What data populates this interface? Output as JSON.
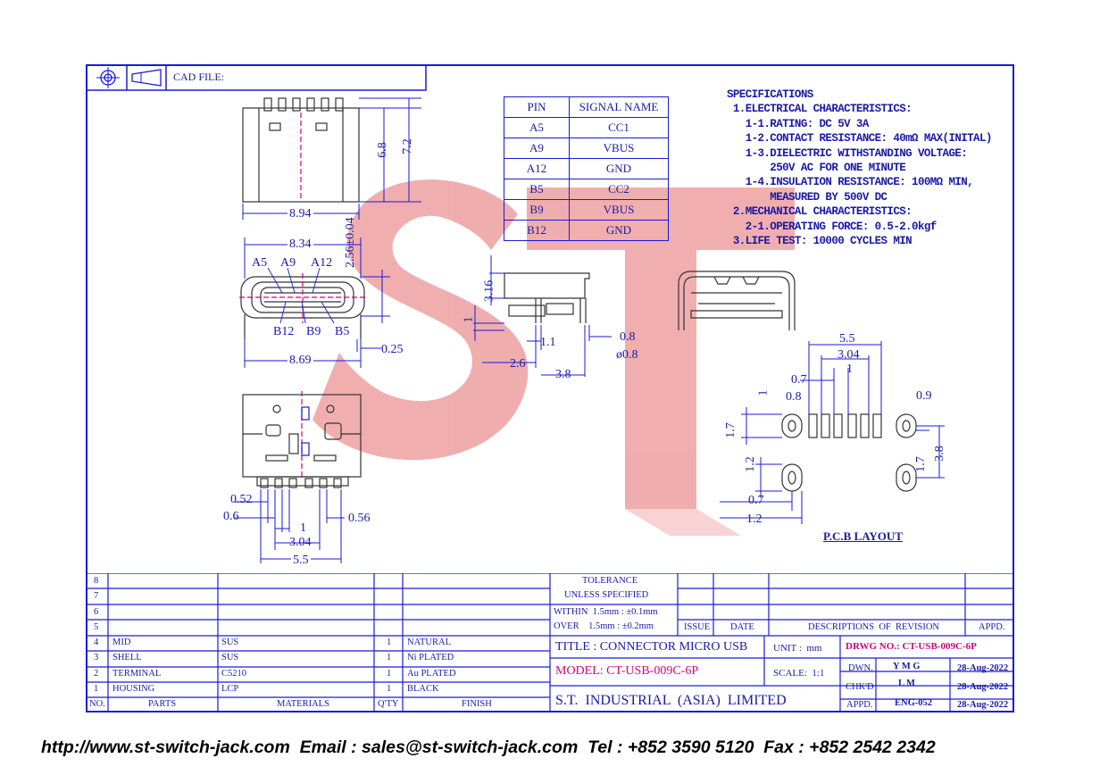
{
  "cad_file_label": "CAD FILE:",
  "watermark": "ST",
  "signal_table": {
    "headers": [
      "PIN",
      "SIGNAL NAME"
    ],
    "rows": [
      [
        "A5",
        "CC1"
      ],
      [
        "A9",
        "VBUS"
      ],
      [
        "A12",
        "GND"
      ],
      [
        "B5",
        "CC2"
      ],
      [
        "B9",
        "VBUS"
      ],
      [
        "B12",
        "GND"
      ]
    ]
  },
  "specifications": {
    "title": "SPECIFICATIONS",
    "lines": [
      " 1.ELECTRICAL CHARACTERISTICS:",
      "   1-1.RATING: DC 5V 3A",
      "   1-2.CONTACT RESISTANCE: 40mΩ MAX(INITAL)",
      "   1-3.DIELECTRIC WITHSTANDING VOLTAGE:",
      "       250V AC FOR ONE MINUTE",
      "   1-4.INSULATION RESISTANCE: 100MΩ MIN,",
      "       MEASURED BY 500V DC",
      " 2.MECHANICAL CHARACTERISTICS:",
      "   2-1.OPERATING FORCE: 0.5-2.0kgf",
      " 3.LIFE TEST: 10000 CYCLES MIN"
    ]
  },
  "dimensions": {
    "top_height_a": "6.8",
    "top_height_b": "7.2",
    "top_width": "8.94",
    "front_width": "8.34",
    "front_height": "2.56±0.04",
    "front_lower_width": "8.69",
    "front_offset": "0.25",
    "side_height": "3.16",
    "side_small": "1",
    "side_1_1": "1.1",
    "side_2_6": "2.6",
    "side_3_8": "3.8",
    "side_0_8": "0.8",
    "side_dia": "ø0.8",
    "pcb_5_5": "5.5",
    "pcb_3_04": "3.04",
    "pcb_0_7": "0.7",
    "pcb_1": "1",
    "pcb_0_8": "0.8",
    "pcb_0_9": "0.9",
    "pcb_1_7": "1.7",
    "pcb_1_2": "1.2",
    "pcb_3_8": "3.8",
    "pcb_1_7b": "1.7",
    "pcb_0_7b": "0.7",
    "pcb_1_2b": "1.2",
    "bottom_0_52": "0.52",
    "bottom_0_6": "0.6",
    "bottom_0_56": "0.56",
    "bottom_1": "1",
    "bottom_3_04": "3.04",
    "bottom_5_5": "5.5"
  },
  "pin_labels": {
    "a5": "A5",
    "a9": "A9",
    "a12": "A12",
    "b12": "B12",
    "b9": "B9",
    "b5": "B5"
  },
  "pcb_layout_label": "P.C.B LAYOUT",
  "bom": {
    "numbers": [
      "8",
      "7",
      "6",
      "5",
      "4",
      "3",
      "2",
      "1"
    ],
    "rows": [
      {
        "no": "4",
        "part": "MID",
        "material": "SUS",
        "qty": "1",
        "finish": "NATURAL"
      },
      {
        "no": "3",
        "part": "SHELL",
        "material": "SUS",
        "qty": "1",
        "finish": "Ni PLATED"
      },
      {
        "no": "2",
        "part": "TERMINAL",
        "material": "C5210",
        "qty": "1",
        "finish": "Au PLATED"
      },
      {
        "no": "1",
        "part": "HOUSING",
        "material": "LCP",
        "qty": "1",
        "finish": "BLACK"
      }
    ],
    "header": {
      "no": "NO.",
      "parts": "PARTS",
      "materials": "MATERIALS",
      "qty": "Q'TY",
      "finish": "FINISH"
    }
  },
  "tolerance": {
    "line1": "TOLERANCE",
    "line2": "UNLESS   SPECIFIED",
    "within": "WITHIN  1.5mm : ±0.1mm",
    "over": "OVER    1.5mm : ±0.2mm"
  },
  "revision_header": {
    "issue": "ISSUE",
    "date": "DATE",
    "desc": "DESCRIPTIONS  OF  REVISION",
    "appd": "APPD."
  },
  "title_block": {
    "title": "TITLE : CONNECTOR MICRO USB",
    "unit_label": "UNIT :  mm",
    "drwg_no": "DRWG NO.: CT-USB-009C-6P",
    "model": "MODEL: CT-USB-009C-6P",
    "scale": "SCALE:  1:1",
    "dwn_label": "DWN.",
    "dwn_by": "Y M G",
    "dwn_date": "28-Aug-2022",
    "chk_label": "CHK'D",
    "chk_by": "L M",
    "chk_date": "28-Aug-2022",
    "appd_label": "APPD.",
    "appd_by": "ENG-052",
    "appd_date": "28-Aug-2022",
    "company": "S.T.  INDUSTRIAL  (ASIA)  LIMITED"
  },
  "footer": "http://www.st-switch-jack.com  Email : sales@st-switch-jack.com  Tel : +852 3590 5120  Fax : +852 2542 2342",
  "colors": {
    "line": "#1a1ad8",
    "text": "#1a1aa6",
    "magenta": "#d6007e",
    "watermark": "#f08080"
  }
}
